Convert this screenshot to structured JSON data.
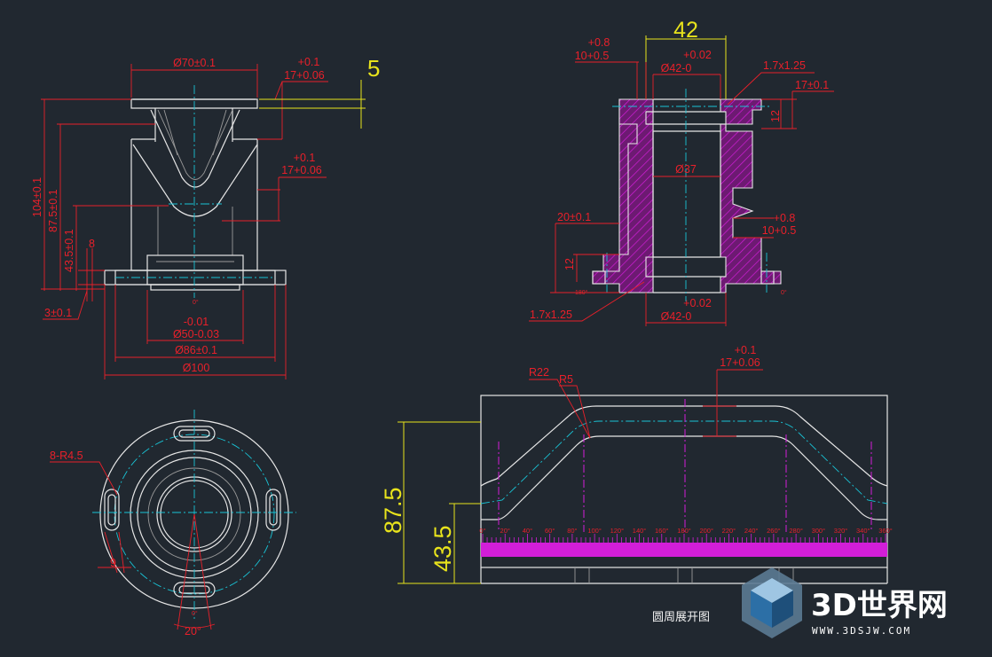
{
  "front_view": {
    "dims": {
      "d70": "Ø70±0.1",
      "tol1_top": "+0.1",
      "tol1_bot": "17+0.06",
      "five": "5",
      "tol2_top": "+0.1",
      "tol2_bot": "17+0.06",
      "h104": "104±0.1",
      "h87": "87.5±0.1",
      "h43": "43.5±0.1",
      "eight": "8",
      "three": "3±0.1",
      "zero_deg": "0°",
      "d50_tol": "-0.01",
      "d50": "Ø50-0.03",
      "d86": "Ø86±0.1",
      "d100": "Ø100"
    }
  },
  "section_view": {
    "dims": {
      "w42": "42",
      "tol_a1": "+0.8",
      "tol_a2": "10+0.5",
      "tol_b1": "+0.02",
      "tol_b2": "Ø42-0",
      "chamfer_top": "1.7x1.25",
      "tol_c": "17±0.1",
      "twelve_top": "12",
      "d37": "Ø37",
      "d20": "20±0.1",
      "tol_d1": "+0.8",
      "tol_d2": "10+0.5",
      "twelve_bot": "12",
      "deg180": "180°",
      "zero_deg": "0°",
      "chamfer_bot": "1.7x1.25",
      "tol_e1": "+0.02",
      "tol_e2": "Ø42-0"
    }
  },
  "top_view": {
    "dims": {
      "r45": "8-R4.5",
      "nine": "9",
      "zero_deg": "0°",
      "twenty": "20°"
    }
  },
  "development_view": {
    "caption": "圆周展开图",
    "dims": {
      "r22": "R22",
      "r5": "R5",
      "tol_top": "+0.1",
      "tol_bot": "17+0.06",
      "h875": "87.5",
      "h435": "43.5"
    },
    "angle_labels": [
      "0°",
      "20°",
      "40°",
      "60°",
      "80°",
      "100°",
      "120°",
      "140°",
      "160°",
      "180°",
      "200°",
      "220°",
      "240°",
      "260°",
      "280°",
      "300°",
      "320°",
      "340°",
      "360°"
    ]
  },
  "watermark": {
    "brand": "3D世界网",
    "url": "WWW.3DSJW.COM"
  },
  "colors": {
    "background": "#212830",
    "outline": "#e6e6e6",
    "dimension": "#e8202a",
    "yellow_dim": "#e8e31c",
    "centerline": "#19c4d6",
    "magenta": "#d21ed8"
  }
}
